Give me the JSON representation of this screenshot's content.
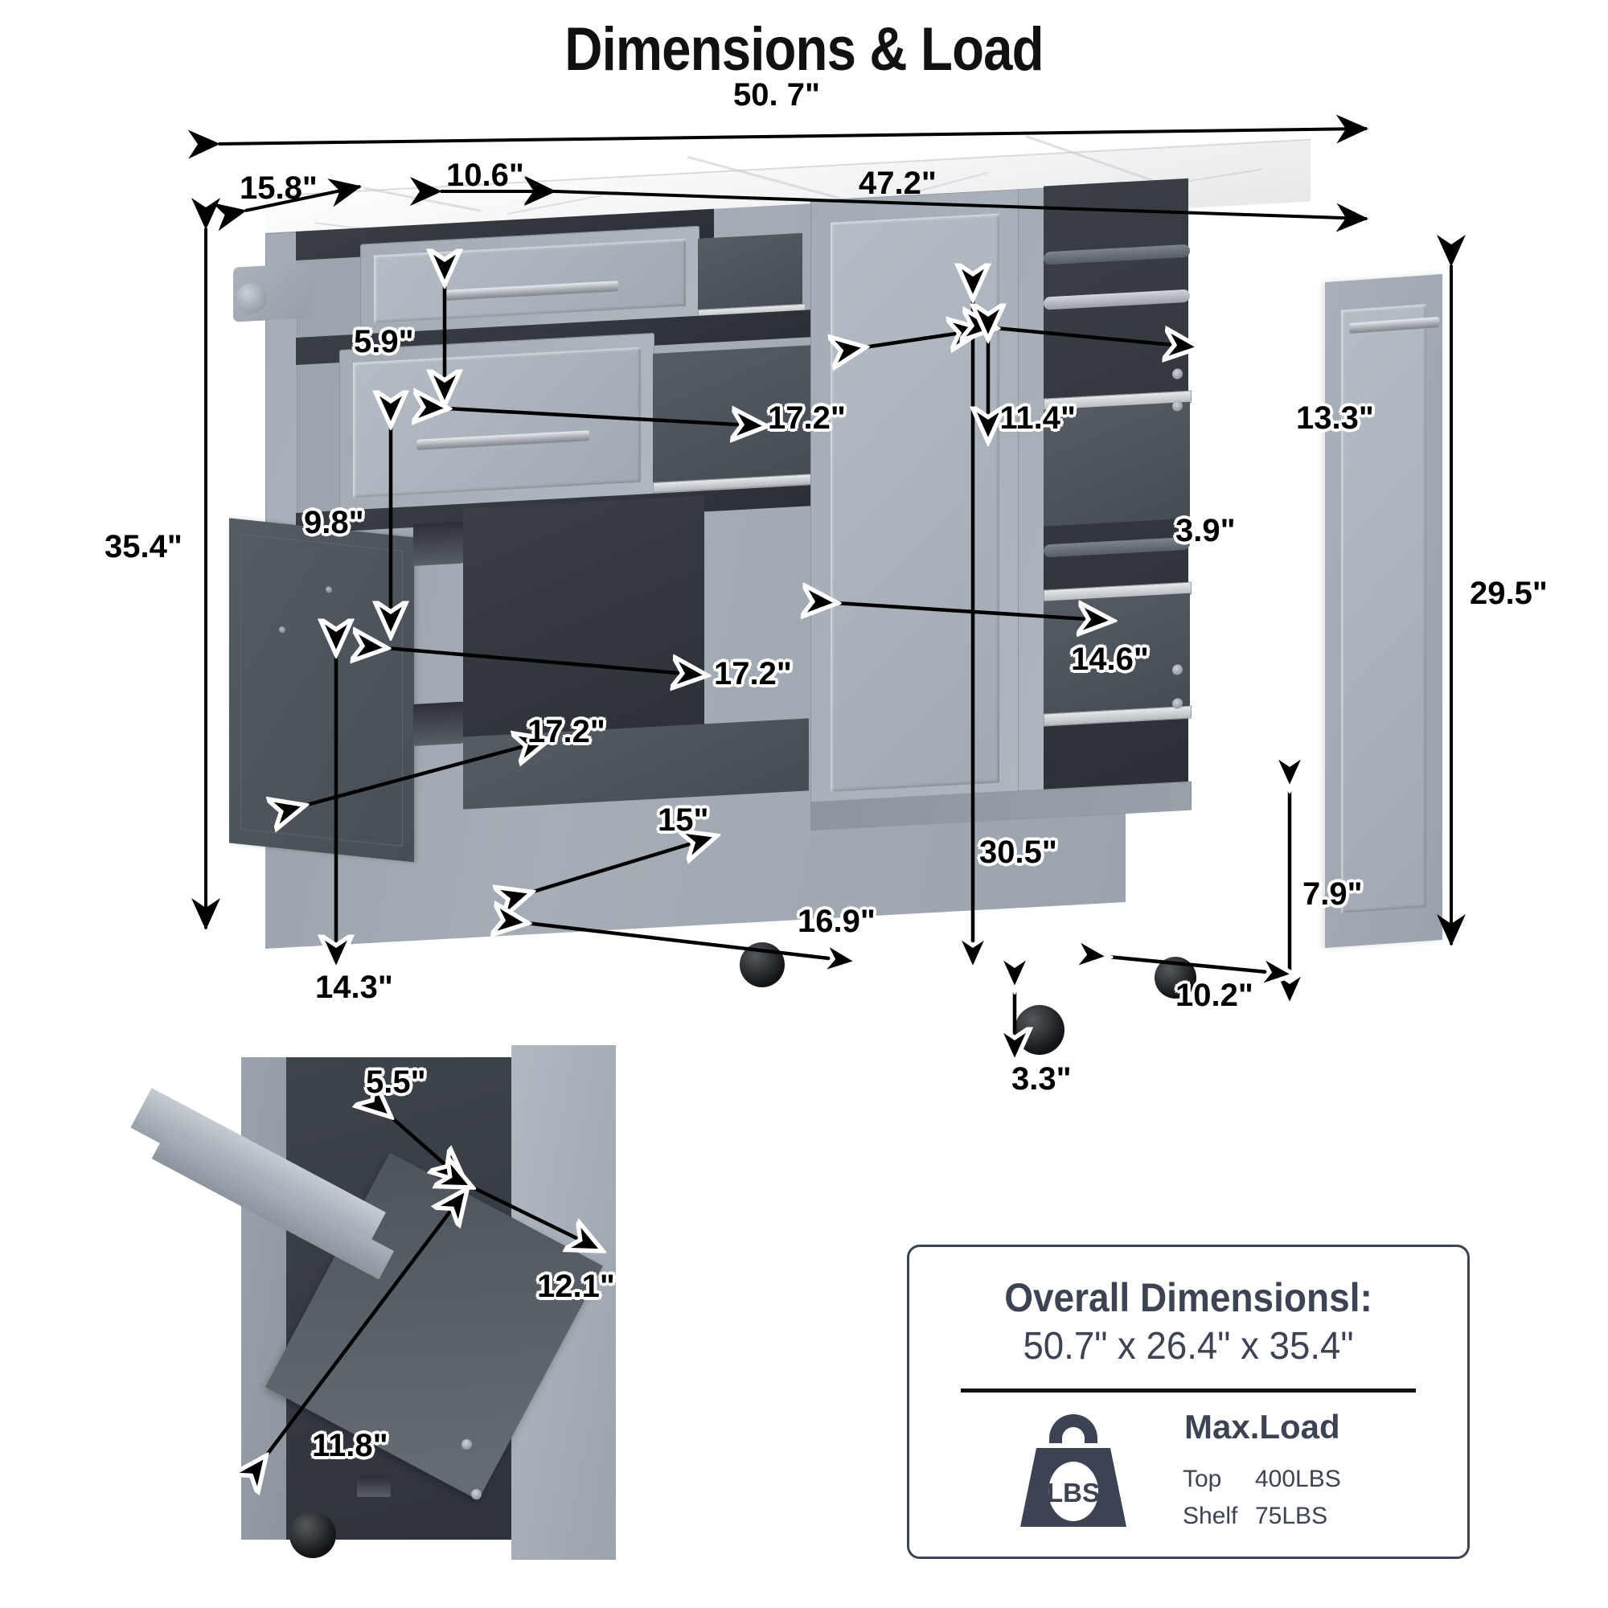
{
  "title": "Dimensions & Load",
  "unit": "\"",
  "colors": {
    "cabinet_gray": "#a3abb5",
    "cavity_dark": "#333940",
    "countertop": "#f6f7f8",
    "card_border": "#3c4352",
    "card_text": "#3c4352",
    "label_text": "#000000",
    "label_outline": "#ffffff"
  },
  "dimensions": {
    "overall_width_top": "50. 7\"",
    "countertop_side": "15.8\"",
    "countertop_overhang": "10.6\"",
    "cabinet_width": "47.2\"",
    "overall_height": "35.4\"",
    "top_drawer_height": "5.9\"",
    "top_drawer_width": "17.2\"",
    "bottom_drawer_height": "9.8\"",
    "bottom_drawer_width": "17.2\"",
    "cabinet_door_height": "14.3\"",
    "cabinet_door_width": "17.2\"",
    "cabinet_interior_depth": "15\"",
    "cabinet_interior_width": "16.9\"",
    "center_cabinet_height": "30.5\"",
    "center_cabinet_width": "14.6\"",
    "spice_rack_left": "11.4\"",
    "spice_rack_right": "13.3\"",
    "spice_shelf_gap": "3.9\"",
    "side_door_height": "29.5\"",
    "bottom_shelf_height": "7.9\"",
    "side_cabinet_width": "10.2\"",
    "caster_height": "3.3\"",
    "trash_bin_top": "5.5\"",
    "trash_bin_depth": "12.1\"",
    "trash_bin_height": "11.8\""
  },
  "info_card": {
    "heading": "Overall Dimensionsl:",
    "overall": "50.7\" x 26.4\" x 35.4\"",
    "icon_text": "LBS",
    "max_load_title": "Max.Load",
    "rows": [
      {
        "label": "Top",
        "value": "400LBS"
      },
      {
        "label": "Shelf",
        "value": "75LBS"
      }
    ]
  }
}
